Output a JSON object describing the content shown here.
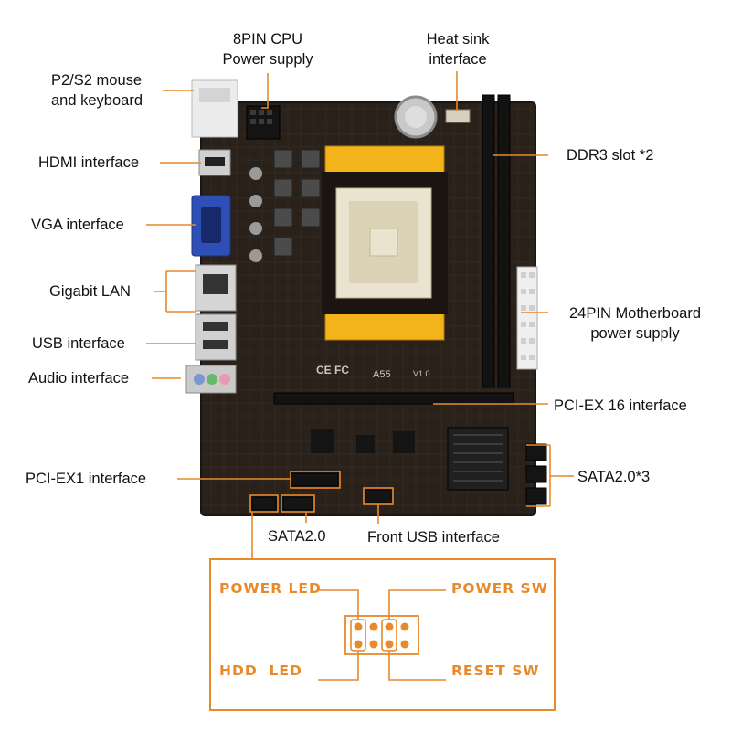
{
  "labels": {
    "ps2": [
      "P2/S2 mouse",
      "and keyboard"
    ],
    "cpu_power": [
      "8PIN CPU",
      "Power supply"
    ],
    "heatsink": [
      "Heat sink",
      "interface"
    ],
    "hdmi": "HDMI interface",
    "ddr3": "DDR3 slot *2",
    "vga": "VGA interface",
    "lan": "Gigabit LAN",
    "mb_power": [
      "24PIN Motherboard",
      "power supply"
    ],
    "usb": "USB interface",
    "audio": "Audio interface",
    "pcie16": "PCI-EX 16 interface",
    "pciex1": "PCI-EX1  interface",
    "sata3": "SATA2.0*3",
    "sata1": "SATA2.0",
    "front_usb": "Front USB interface"
  },
  "board_marks": {
    "model": "A55",
    "cert": "CE FC",
    "version": "V1.0"
  },
  "front_panel": {
    "power_led": "POWER LED",
    "power_sw": "POWER SW",
    "hdd_led": "HDD  LED",
    "reset_sw": "RESET SW"
  },
  "colors": {
    "accent": "#e8892a",
    "board": "#2a211b",
    "slot": "#121212",
    "retention": "#f2b31b",
    "socket": "#e9e3cf"
  }
}
